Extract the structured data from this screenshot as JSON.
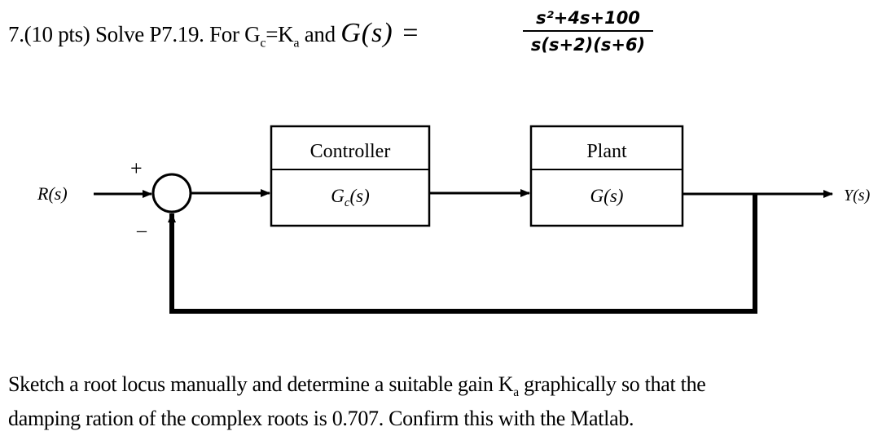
{
  "problem": {
    "number": "7.",
    "points": "(10 pts)",
    "statement_prefix": "Solve P7.19.  For G",
    "gc_sub": "c",
    "equals_k": "=K",
    "ka_sub": "a",
    "and_text": " and ",
    "g_of_s": "G(s) =",
    "numerator": "s²+4s+100",
    "denominator": "s(s+2)(s+6)"
  },
  "diagram": {
    "input_label": "R(s)",
    "output_label": "Y(s)",
    "plus_sign": "+",
    "minus_sign": "–",
    "controller_title": "Controller",
    "controller_tf": "G",
    "controller_tf_sub": "c",
    "controller_tf_tail": "(s)",
    "plant_title": "Plant",
    "plant_tf": "G(s)"
  },
  "instruction": {
    "line1_a": "Sketch a root locus manually and determine a suitable gain K",
    "line1_sub": "a",
    "line1_b": " graphically so that the",
    "line2": "damping ration of the complex roots is 0.707.   Confirm this with the Matlab."
  }
}
